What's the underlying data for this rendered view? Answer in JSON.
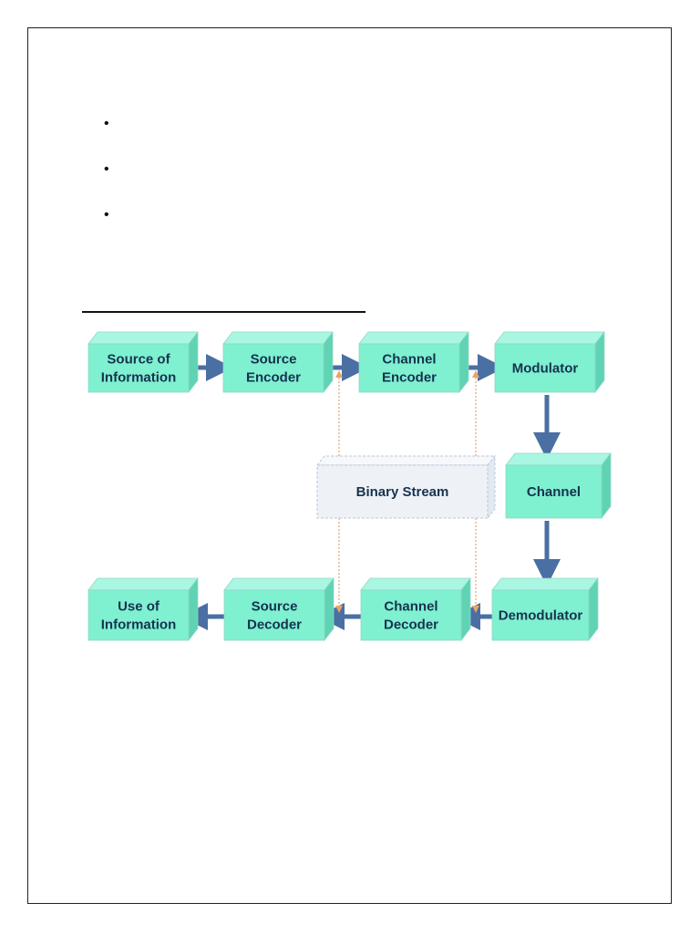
{
  "bullets": [
    "",
    "",
    ""
  ],
  "diagram": {
    "colors": {
      "box_front": "#7ff0d0",
      "box_top": "#a9f7e2",
      "box_side": "#5fd3b4",
      "arrow": "#4a6fa3",
      "stream_box": "#eef2f7",
      "stream_border": "#b8c6d8",
      "dotted_line": "#e6a46a",
      "text": "#16324f"
    },
    "nodes": {
      "source_info": [
        "Source of",
        "Information"
      ],
      "source_encoder": [
        "Source",
        "Encoder"
      ],
      "channel_encoder": [
        "Channel",
        "Encoder"
      ],
      "modulator": [
        "Modulator"
      ],
      "channel": [
        "Channel"
      ],
      "demodulator": [
        "Demodulator"
      ],
      "channel_decoder": [
        "Channel",
        "Decoder"
      ],
      "source_decoder": [
        "Source",
        "Decoder"
      ],
      "use_info": [
        "Use of",
        "Information"
      ]
    },
    "binary_stream": "Binary Stream"
  }
}
